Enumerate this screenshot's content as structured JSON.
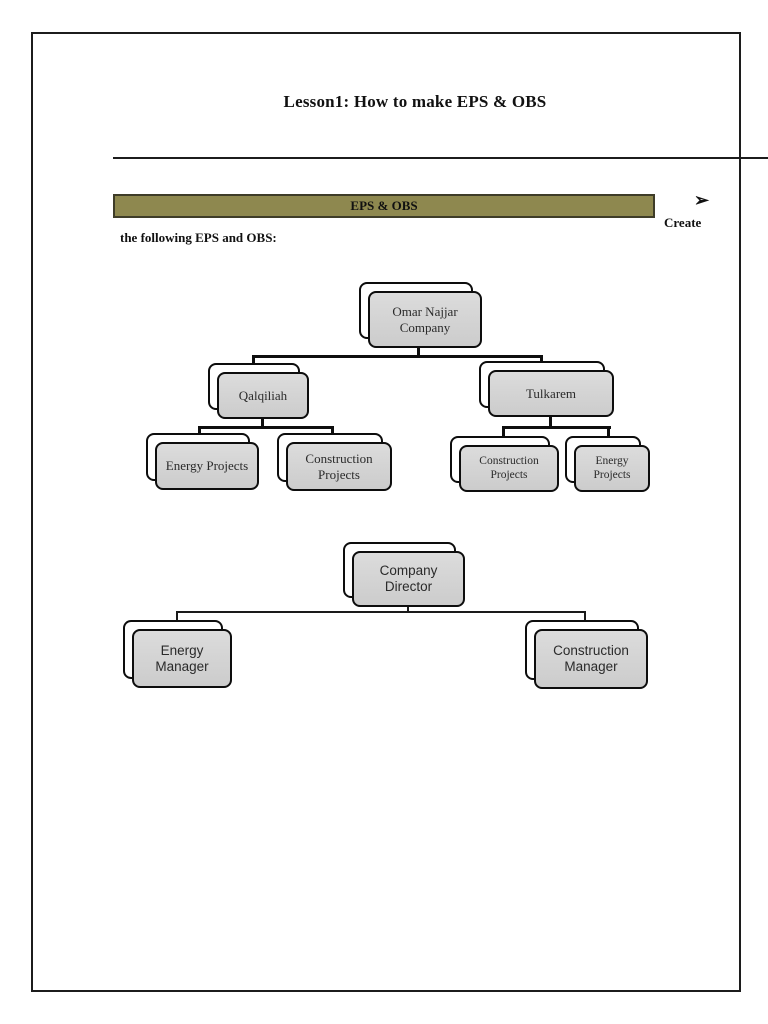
{
  "document": {
    "title": "Lesson1: How to make EPS & OBS",
    "banner_label": "EPS & OBS",
    "instruction_arrow": "➢",
    "instruction_start": "Create",
    "instruction_rest": "the following EPS and OBS:",
    "colors": {
      "banner_fill": "#8e884f",
      "banner_border": "#3e3c28",
      "node_fill": "#d3d3d3",
      "line_color": "#0e0e0e"
    }
  },
  "eps_chart": {
    "root_label": "Omar Najjar Company",
    "branch1_label": "Qalqiliah",
    "branch2_label": "Tulkarem",
    "branch1_child1_label": "Energy Projects",
    "branch1_child2_label": "Construction Projects",
    "branch2_child1_label": "Construction Projects",
    "branch2_child2_label": "Energy Projects"
  },
  "obs_chart": {
    "root_label": "Company Director",
    "child1_label": "Energy Manager",
    "child2_label": "Construction Manager"
  }
}
